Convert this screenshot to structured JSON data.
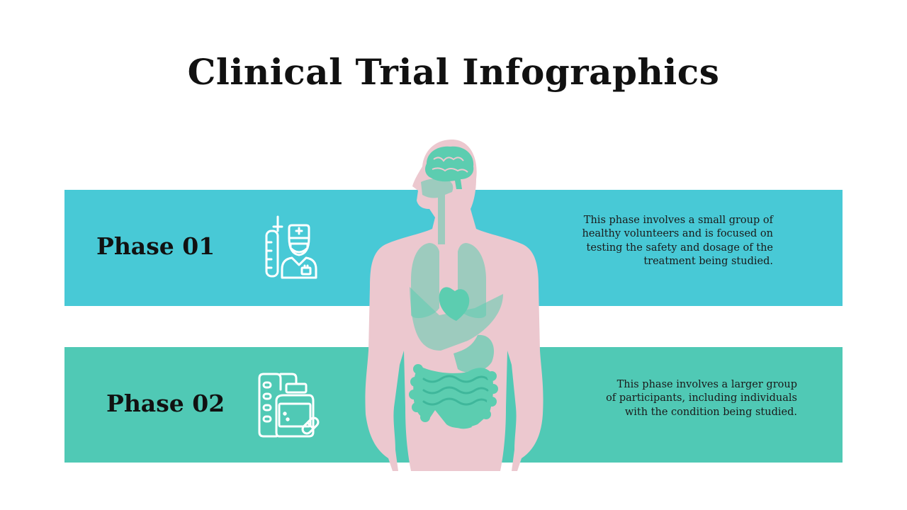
{
  "title": "Clinical Trial Infographics",
  "colors": {
    "band_1": "#48c9d6",
    "band_2": "#50c9b5",
    "body": "#ecc8cf",
    "organs": "#5ccdb0",
    "icon_stroke": "#ffffff"
  },
  "phases": [
    {
      "label": "Phase 01",
      "icon": "doctor-with-syringe-icon",
      "description": "This phase involves a small group of healthy volunteers and is focused on testing the safety and dosage of the treatment being studied."
    },
    {
      "label": "Phase 02",
      "icon": "medicine-bottle-and-pills-icon",
      "description": "This phase involves a larger group of participants, including individuals with the condition being studied."
    }
  ],
  "figure": {
    "icon": "human-anatomy-icon"
  }
}
